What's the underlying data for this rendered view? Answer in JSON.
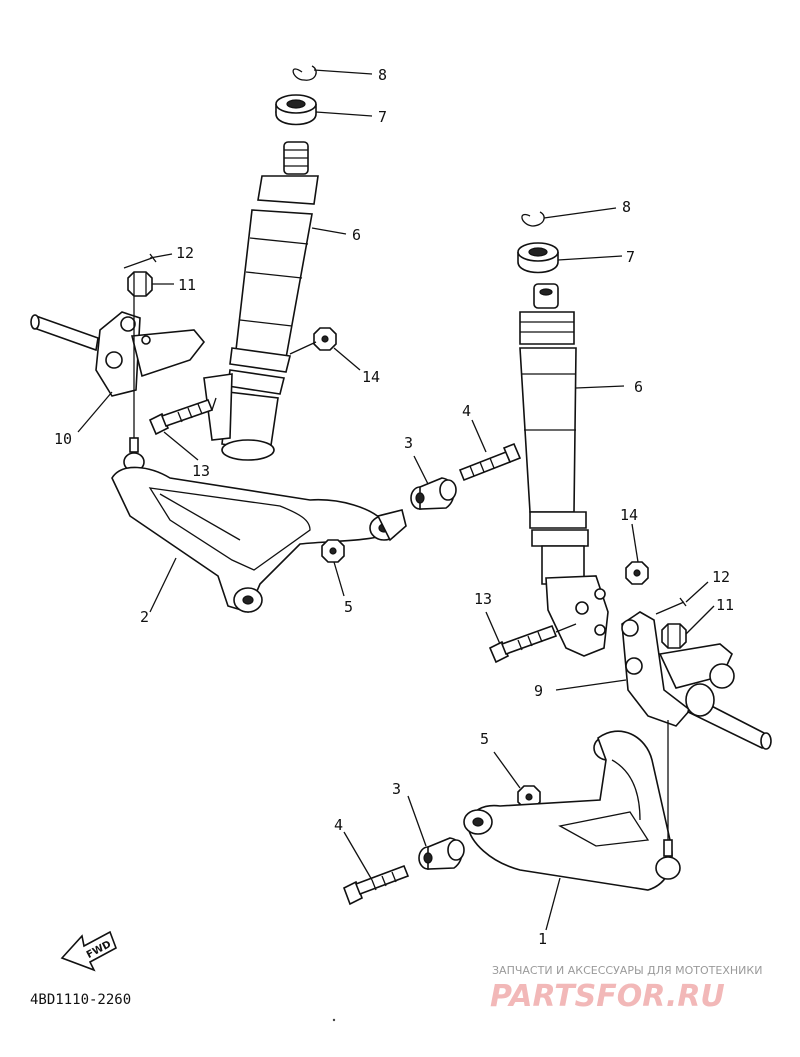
{
  "diagram": {
    "code": "4BD1110-2260",
    "fwd_label": "FWD",
    "left_callouts": [
      "8",
      "7",
      "6",
      "12",
      "11",
      "14",
      "10",
      "13",
      "3",
      "4",
      "2",
      "5"
    ],
    "right_callouts": [
      "8",
      "7",
      "6",
      "14",
      "12",
      "13",
      "11",
      "9",
      "5",
      "3",
      "4",
      "1"
    ]
  },
  "watermark": {
    "tagline": "ЗАПЧАСТИ И АКСЕССУАРЫ ДЛЯ МОТОТЕХНИКИ",
    "brand": "PARTSFOR.RU"
  }
}
